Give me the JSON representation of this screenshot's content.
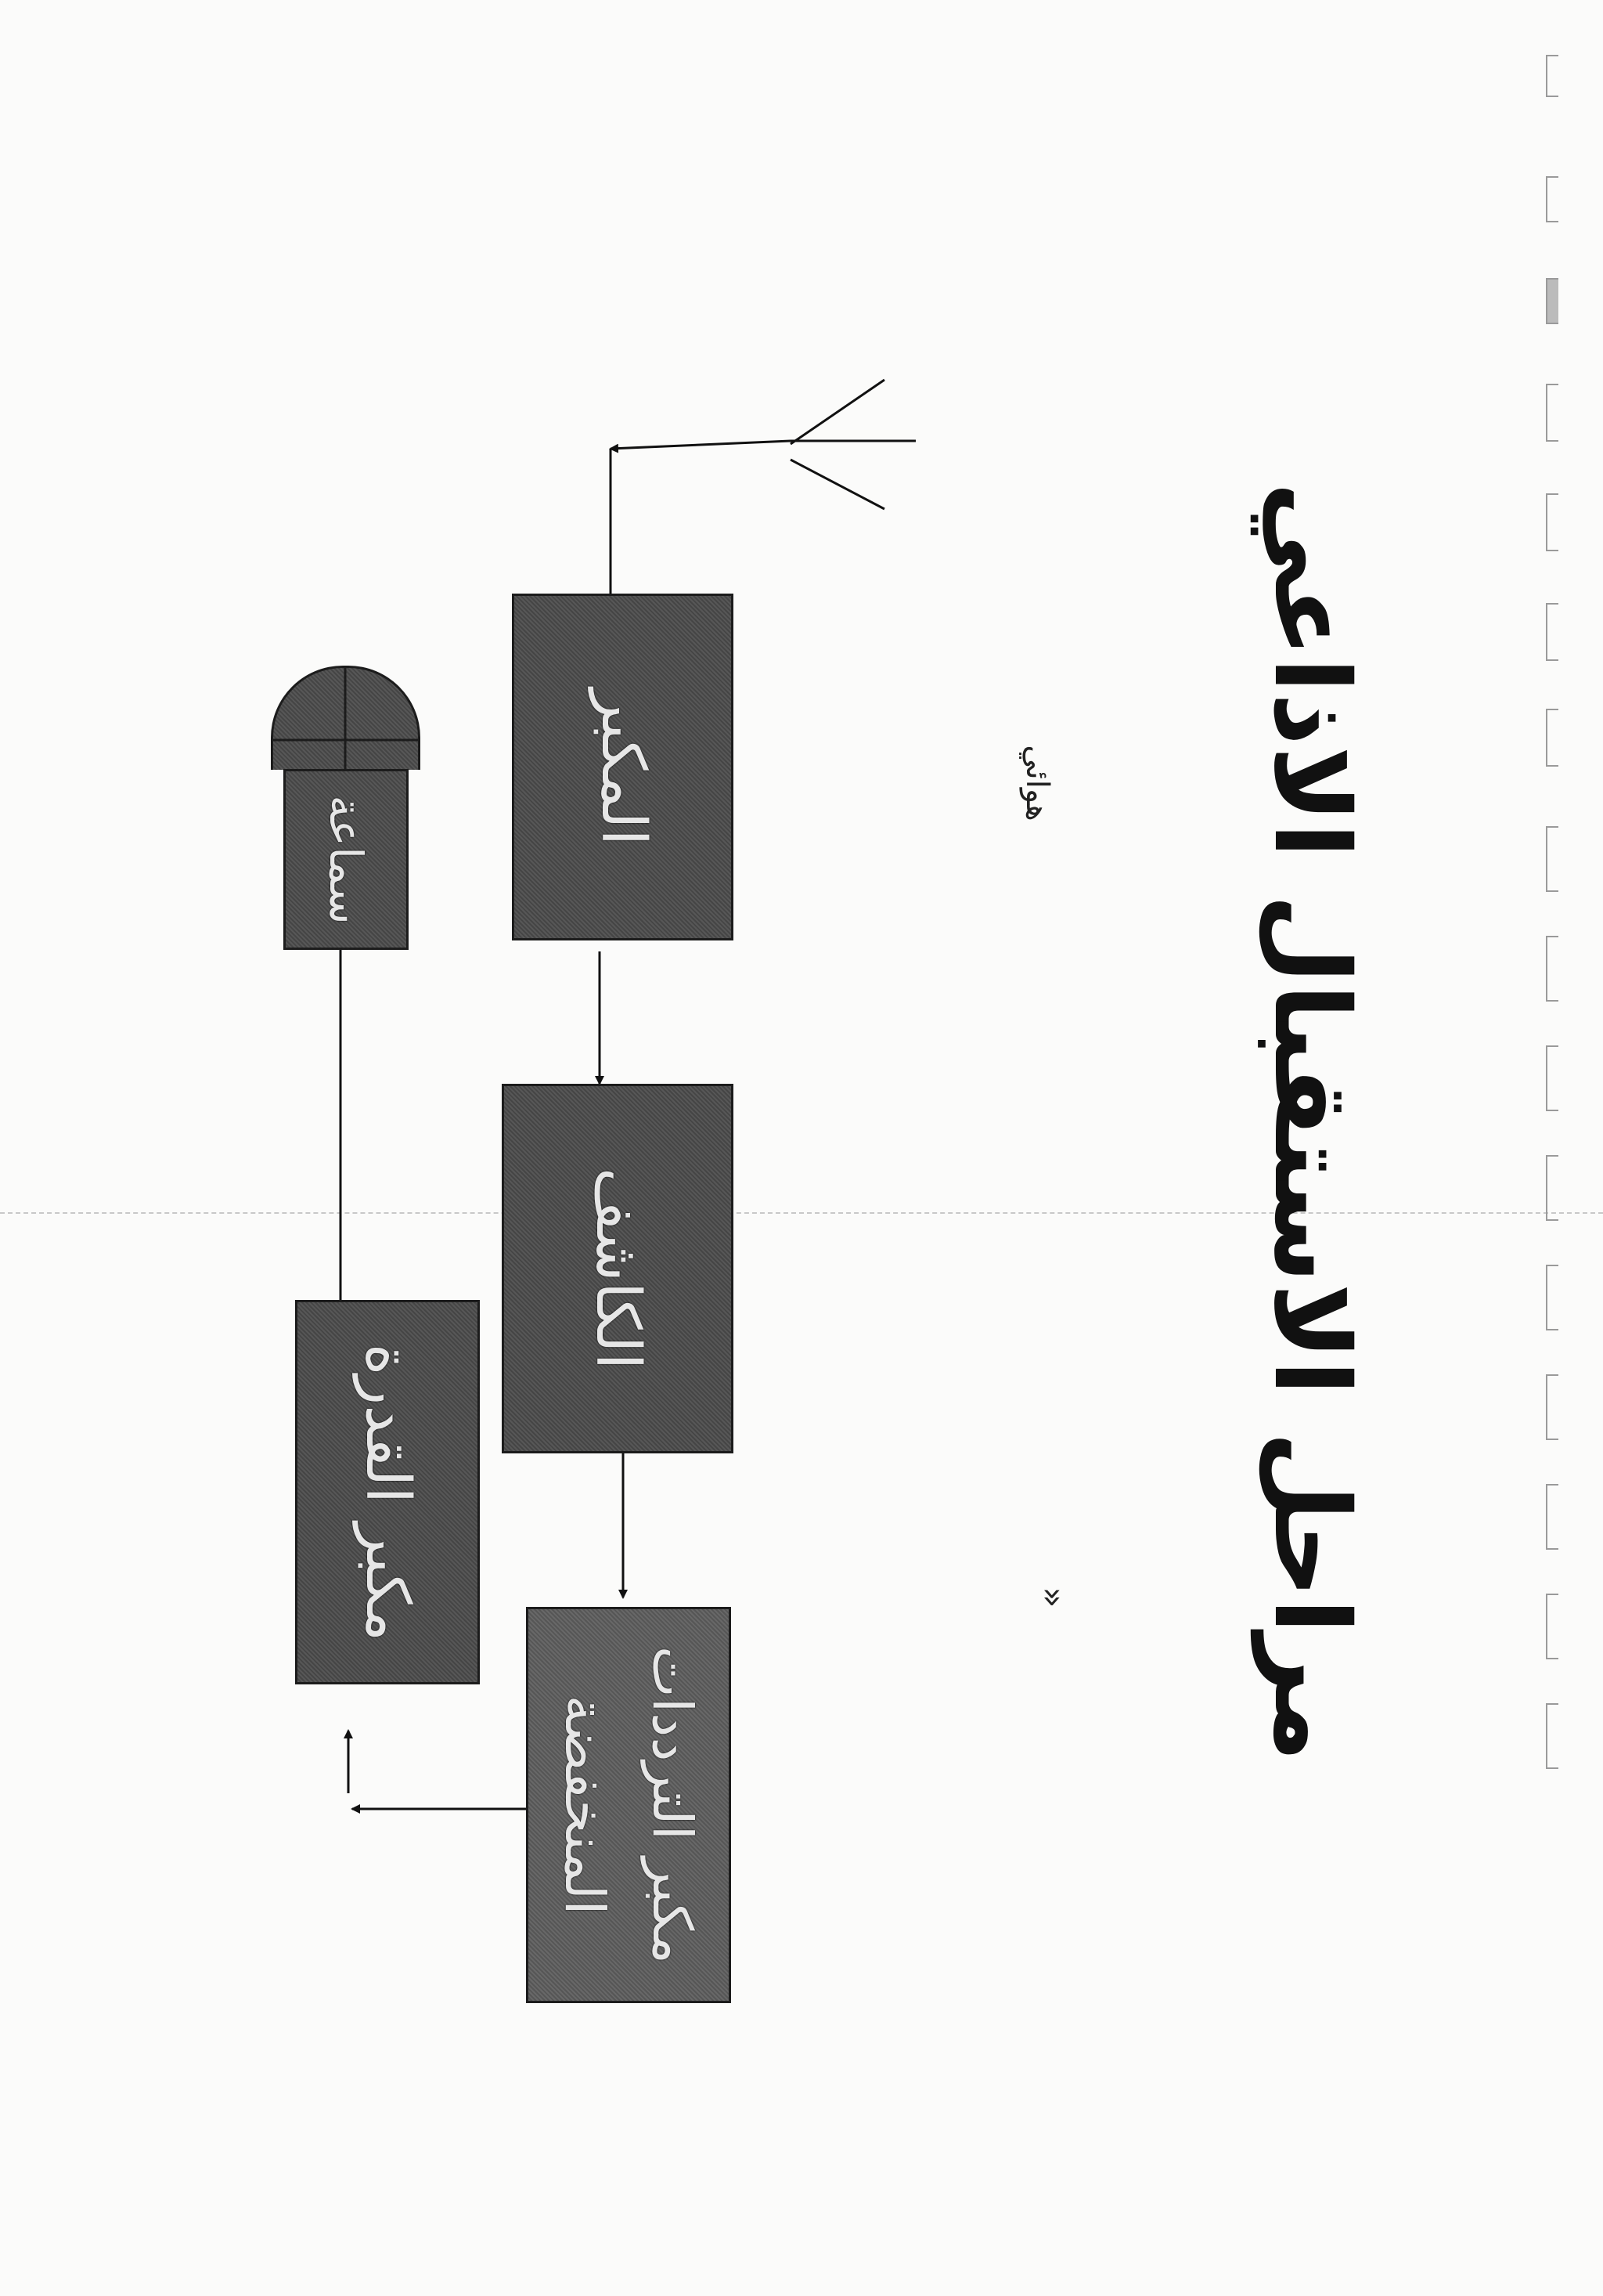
{
  "title": "مراحل الاستقبال الاذاعي",
  "subtitle": "هوائي",
  "bullet": "»",
  "blocks": {
    "stage1": "المكبر",
    "stage2": "الكاشف",
    "stage3": "مكبر الترددات المنخفضة",
    "stage4": "مكبر القدرة",
    "speaker": "سماعة"
  }
}
